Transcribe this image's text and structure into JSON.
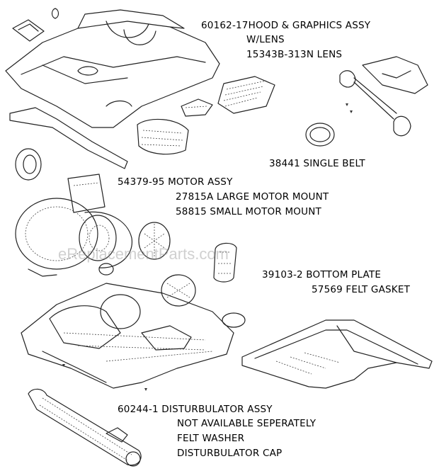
{
  "watermark": "eReplacementParts.com",
  "labels": [
    {
      "id": "hood",
      "text": "60162-17HOOD & GRAPHICS ASSY"
    },
    {
      "id": "hood-lens",
      "text": "W/LENS"
    },
    {
      "id": "lens",
      "text": "15343B-313N LENS"
    },
    {
      "id": "belt",
      "text": "38441 SINGLE BELT"
    },
    {
      "id": "motor",
      "text": "54379-95 MOTOR ASSY"
    },
    {
      "id": "large-mount",
      "text": "27815A LARGE MOTOR MOUNT"
    },
    {
      "id": "small-mount",
      "text": "58815 SMALL MOTOR MOUNT"
    },
    {
      "id": "bottom-plate",
      "text": "39103-2 BOTTOM PLATE"
    },
    {
      "id": "felt-gasket",
      "text": "57569 FELT GASKET"
    },
    {
      "id": "disturbulator",
      "text": "60244-1 DISTURBULATOR ASSY"
    },
    {
      "id": "not-available",
      "text": "NOT AVAILABLE SEPERATELY"
    },
    {
      "id": "felt-washer",
      "text": "FELT WASHER"
    },
    {
      "id": "cap",
      "text": "DISTURBULATOR CAP"
    }
  ]
}
